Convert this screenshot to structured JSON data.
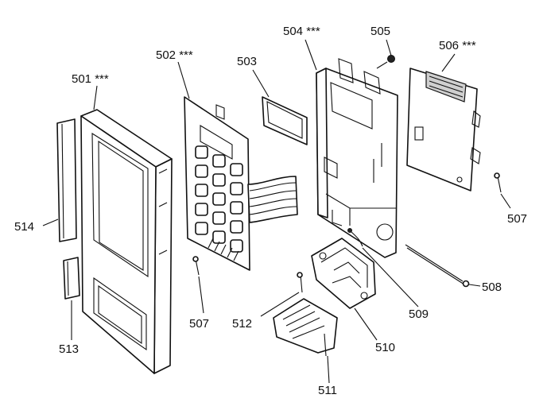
{
  "diagram": {
    "callouts": [
      {
        "id": "501",
        "text": "501 ***"
      },
      {
        "id": "502",
        "text": "502 ***"
      },
      {
        "id": "503",
        "text": "503"
      },
      {
        "id": "504",
        "text": "504 ***"
      },
      {
        "id": "505",
        "text": "505"
      },
      {
        "id": "506",
        "text": "506 ***"
      },
      {
        "id": "507a",
        "text": "507"
      },
      {
        "id": "507b",
        "text": "507"
      },
      {
        "id": "508",
        "text": "508"
      },
      {
        "id": "509",
        "text": "509"
      },
      {
        "id": "510",
        "text": "510"
      },
      {
        "id": "511",
        "text": "511"
      },
      {
        "id": "512",
        "text": "512"
      },
      {
        "id": "513",
        "text": "513"
      },
      {
        "id": "514",
        "text": "514"
      }
    ]
  }
}
